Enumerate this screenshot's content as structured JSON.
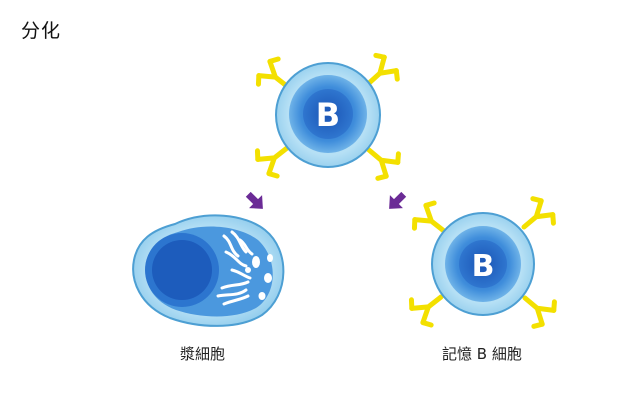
{
  "title": "分化",
  "cells": {
    "parent_label": "B",
    "memory_label": "B"
  },
  "captions": {
    "plasma_cell": "漿細胞",
    "memory_cell": "記憶 B 細胞"
  },
  "colors": {
    "membrane_outer": "#a9d9f2",
    "membrane_border": "#4d9fd3",
    "cytoplasm": "#3d8dd6",
    "nucleus": "#1f63c2",
    "antibody": "#f5e400",
    "arrow": "#6b2b96",
    "er_lines": "#ffffff"
  },
  "icons": {
    "arrows": "diagonal-arrow-icon",
    "antibody": "y-shaped-antibody-icon"
  }
}
